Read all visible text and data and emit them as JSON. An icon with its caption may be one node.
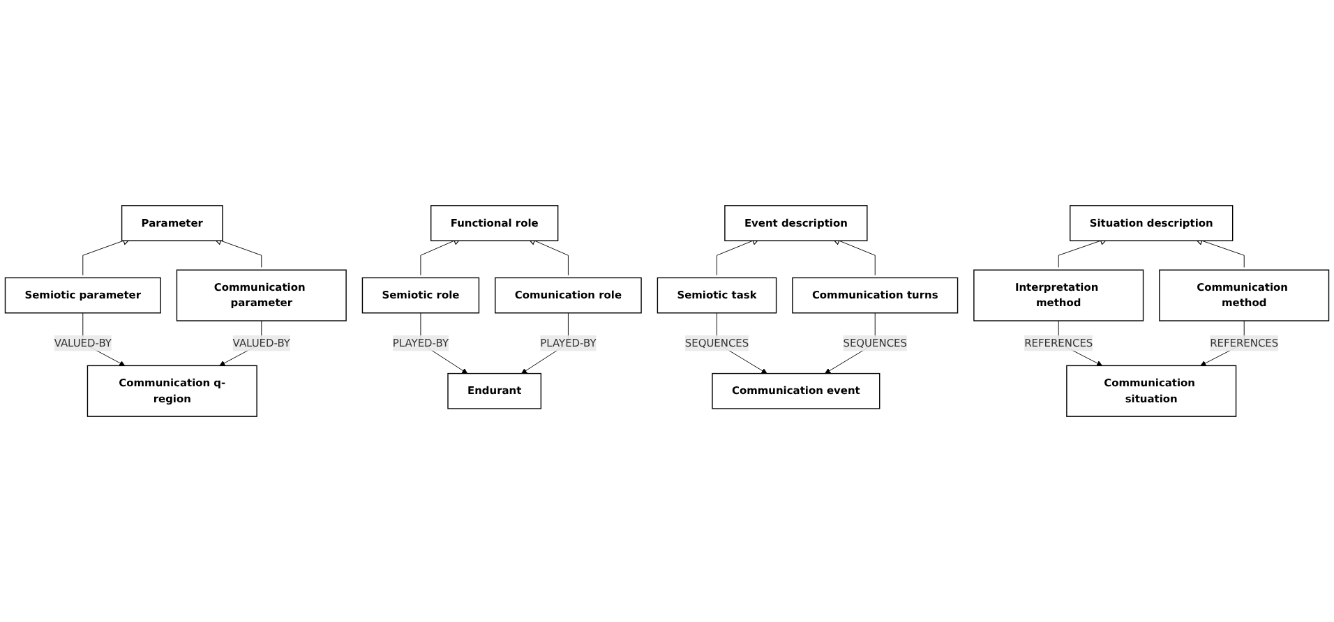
{
  "diagram": {
    "nodes": [
      {
        "text": [
          "Parameter"
        ]
      },
      {
        "text": [
          "Semiotic parameter"
        ]
      },
      {
        "text": [
          "Communication parameter"
        ]
      },
      {
        "text": [
          "Communication q-region"
        ]
      },
      {
        "text": [
          "Functional role"
        ]
      },
      {
        "text": [
          "Semiotic role"
        ]
      },
      {
        "text": [
          "Comunication role"
        ]
      },
      {
        "text": [
          "Endurant"
        ]
      },
      {
        "text": [
          "Event description"
        ]
      },
      {
        "text": [
          "Semiotic task"
        ]
      },
      {
        "text": [
          "Communication turns"
        ]
      },
      {
        "text": [
          "Communication event"
        ]
      },
      {
        "text": [
          "Situation description"
        ]
      },
      {
        "text": [
          "Interpretation method"
        ]
      },
      {
        "text": [
          "Communication method"
        ]
      },
      {
        "text": [
          "Communication situation"
        ]
      }
    ],
    "edges": [
      {
        "from": 1,
        "to": 0,
        "arrow": "to"
      },
      {
        "from": 2,
        "to": 0,
        "arrow": "to"
      },
      {
        "from": 1,
        "to": 3,
        "arrow": "to",
        "label": "VALUED-BY"
      },
      {
        "from": 2,
        "to": 3,
        "arrow": "to",
        "label": "VALUED-BY"
      },
      {
        "from": 5,
        "to": 4,
        "arrow": "to"
      },
      {
        "from": 6,
        "to": 4,
        "arrow": "to"
      },
      {
        "from": 5,
        "to": 7,
        "arrow": "to",
        "label": "PLAYED-BY"
      },
      {
        "from": 6,
        "to": 7,
        "arrow": "to",
        "label": "PLAYED-BY"
      },
      {
        "from": 9,
        "to": 8,
        "arrow": "to"
      },
      {
        "from": 10,
        "to": 8,
        "arrow": "to"
      },
      {
        "from": 9,
        "to": 11,
        "arrow": "to",
        "label": "SEQUENCES"
      },
      {
        "from": 10,
        "to": 11,
        "arrow": "to",
        "label": "SEQUENCES"
      },
      {
        "from": 13,
        "to": 12,
        "arrow": "to"
      },
      {
        "from": 14,
        "to": 12,
        "arrow": "to"
      },
      {
        "from": 13,
        "to": 15,
        "arrow": "to",
        "label": "REFERENCES"
      },
      {
        "from": 14,
        "to": 15,
        "arrow": "to",
        "label": "REFERENCES"
      }
    ]
  }
}
